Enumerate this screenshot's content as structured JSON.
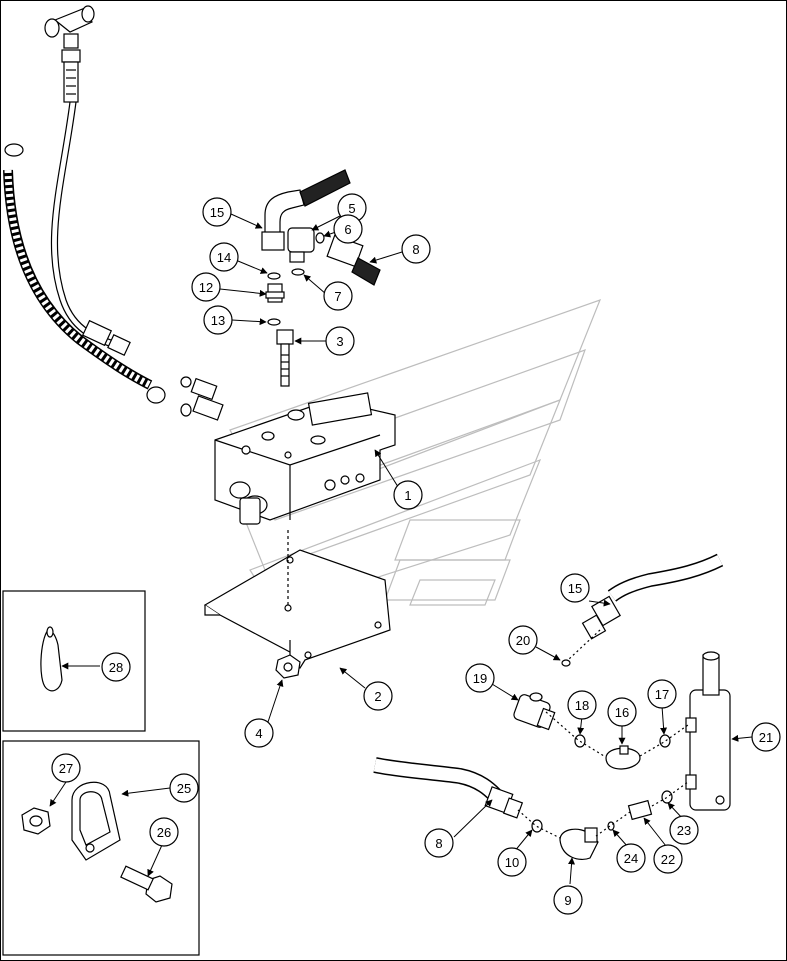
{
  "diagram": {
    "callouts": [
      {
        "id": "c15a",
        "label": "15"
      },
      {
        "id": "c5",
        "label": "5"
      },
      {
        "id": "c6",
        "label": "6"
      },
      {
        "id": "c8a",
        "label": "8"
      },
      {
        "id": "c14",
        "label": "14"
      },
      {
        "id": "c12",
        "label": "12"
      },
      {
        "id": "c7",
        "label": "7"
      },
      {
        "id": "c13",
        "label": "13"
      },
      {
        "id": "c3",
        "label": "3"
      },
      {
        "id": "c1",
        "label": "1"
      },
      {
        "id": "c15b",
        "label": "15"
      },
      {
        "id": "c20",
        "label": "20"
      },
      {
        "id": "c28",
        "label": "28"
      },
      {
        "id": "c2",
        "label": "2"
      },
      {
        "id": "c19",
        "label": "19"
      },
      {
        "id": "c18",
        "label": "18"
      },
      {
        "id": "c16",
        "label": "16"
      },
      {
        "id": "c17",
        "label": "17"
      },
      {
        "id": "c21",
        "label": "21"
      },
      {
        "id": "c4",
        "label": "4"
      },
      {
        "id": "c27",
        "label": "27"
      },
      {
        "id": "c25",
        "label": "25"
      },
      {
        "id": "c26",
        "label": "26"
      },
      {
        "id": "c8b",
        "label": "8"
      },
      {
        "id": "c10",
        "label": "10"
      },
      {
        "id": "c24",
        "label": "24"
      },
      {
        "id": "c22",
        "label": "22"
      },
      {
        "id": "c23",
        "label": "23"
      },
      {
        "id": "c9",
        "label": "9"
      }
    ]
  }
}
